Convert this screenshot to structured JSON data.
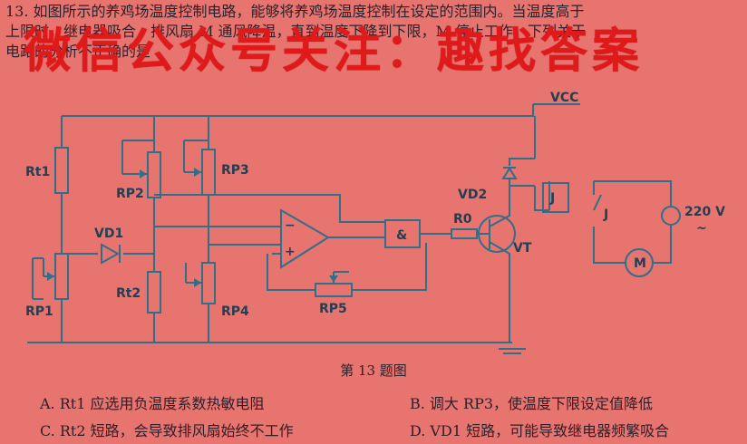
{
  "question": {
    "lines": [
      "13. 如图所示的养鸡场温度控制电路，能够将养鸡场温度控制在设定的范围内。当温度高于",
      "上限时，继电器吸合，排风扇 M 通风降温，直到温度下降到下限，M 停止工作。下列关于",
      "电路的分析不正确的是"
    ]
  },
  "watermark": "微信公众号关注：趣找答案",
  "circuit": {
    "labels": {
      "vcc": "VCC",
      "rt1": "Rt1",
      "rp1": "RP1",
      "vd1": "VD1",
      "rp2": "RP2",
      "rt2": "Rt2",
      "rp3": "RP3",
      "rp4": "RP4",
      "rp5": "RP5",
      "and_gate": "&",
      "r0": "R0",
      "vd2": "VD2",
      "relay": "J",
      "vt": "VT",
      "switch": "J",
      "voltage": "220 V",
      "ac": "~",
      "motor": "M",
      "op_minus": "−",
      "op_plus": "+"
    }
  },
  "caption": "第 13 题图",
  "options": {
    "a": "A. Rt1 应选用负温度系数热敏电阻",
    "b": "B. 调大 RP3，使温度下限设定值降低",
    "c": "C. Rt2 短路，会导致排风扇始终不工作",
    "d": "D. VD1 短路，可能导致继电器频繁吸合"
  }
}
